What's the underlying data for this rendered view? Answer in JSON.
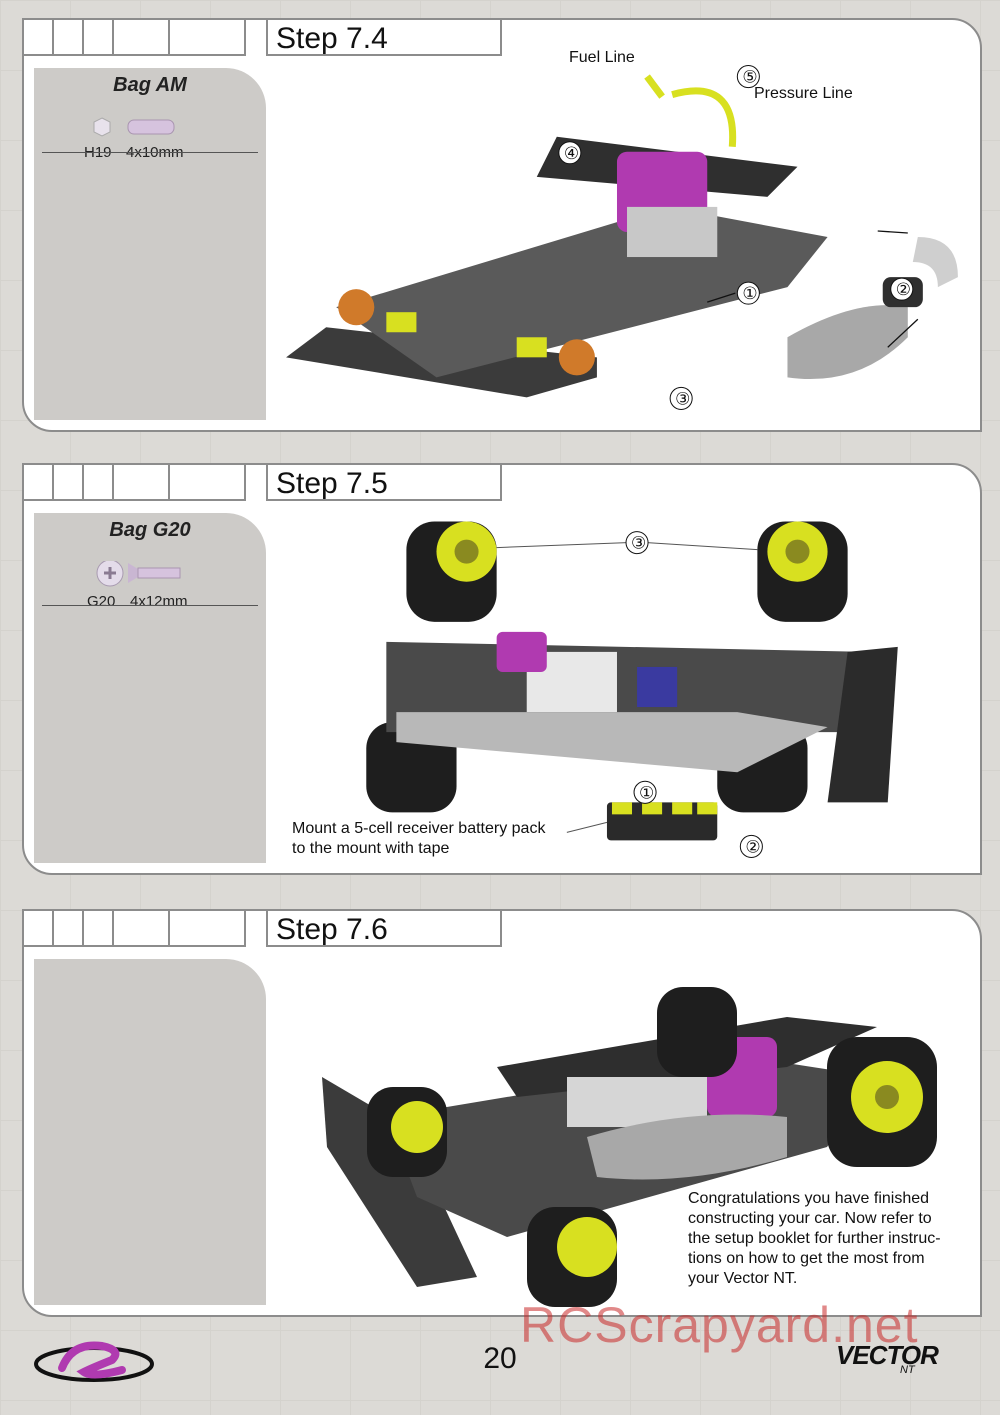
{
  "step1": {
    "title": "Step 7.4",
    "bag": "Bag AM",
    "parts": [
      {
        "code": "H19",
        "size": "4x10mm"
      }
    ],
    "labels": {
      "fuel_line": "Fuel Line",
      "pressure_line": "Pressure Line"
    },
    "callouts": [
      "①",
      "②",
      "③",
      "④",
      "⑤"
    ]
  },
  "step2": {
    "title": "Step 7.5",
    "bag": "Bag G20",
    "parts": [
      {
        "code": "G20",
        "size": "4x12mm"
      }
    ],
    "note_line1": "Mount a 5-cell receiver battery pack",
    "note_line2": "to the mount with tape",
    "callouts": [
      "①",
      "②",
      "③"
    ]
  },
  "step3": {
    "title": "Step 7.6",
    "note_lines": [
      "Congratulations you have finished",
      "constructing your car. Now refer to",
      "the setup booklet for further instruc-",
      "tions on how to get the most from",
      "your Vector NT."
    ]
  },
  "footer": {
    "page_number": "20",
    "brand": "VECTOR",
    "brand_sub": "NT",
    "watermark": "RCScrapyard.net"
  },
  "colors": {
    "accent_purple": "#b03ab0",
    "wheel_yellow": "#d8e020",
    "bag_gray": "#cdcbc8"
  }
}
